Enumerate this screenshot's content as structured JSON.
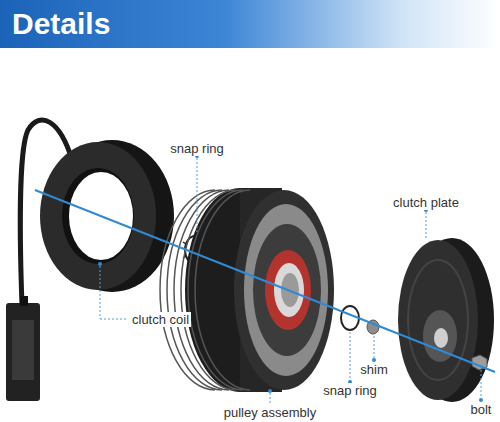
{
  "diagram": {
    "title": "Details",
    "labels": [
      "snap ring",
      "clutch plate",
      "clutch coil",
      "shim",
      "snap ring",
      "pulley assembly",
      "bolt"
    ]
  }
}
